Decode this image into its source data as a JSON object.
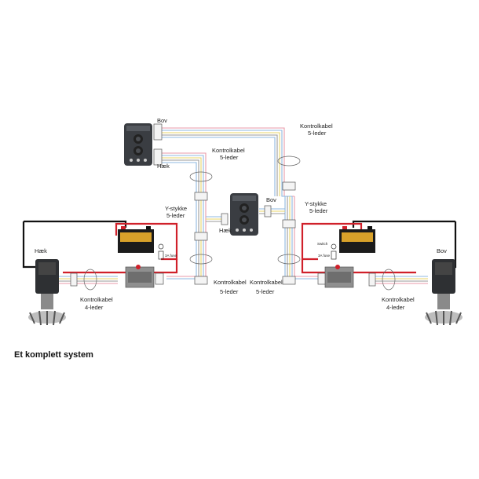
{
  "caption": "Et komplett system",
  "labels": {
    "bov_top": "Bov",
    "haek_top": "Hæk",
    "kontrolkabel_5_left_1": "Kontrolkabel",
    "kontrolkabel_5_left_2": "5-leder",
    "kontrolkabel_5_right_1": "Kontrolkabel",
    "kontrolkabel_5_right_2": "5-leder",
    "y_stykke_left_1": "Y-stykke",
    "y_stykke_left_2": "5-leder",
    "y_stykke_right_1": "Y-stykke",
    "y_stykke_right_2": "5-leder",
    "bov_mid": "Bov",
    "haek_mid": "Hæk",
    "haek_left": "Hæk",
    "bov_right": "Bov",
    "kontrolkabel_5_mid_left_1": "Kontrolkabel",
    "kontrolkabel_5_mid_left_2": "5-leder",
    "kontrolkabel_5_mid_right_1": "Kontrolkabel",
    "kontrolkabel_5_mid_right_2": "5-leder",
    "kontrolkabel_4_left_1": "Kontrolkabel",
    "kontrolkabel_4_left_2": "4-leder",
    "kontrolkabel_4_right_1": "Kontrolkabel",
    "kontrolkabel_4_right_2": "4-leder",
    "fuse_left": "3A fuse",
    "fuse_right": "3A fuse",
    "switch_right": "Switch"
  },
  "colors": {
    "power_red": "#d0202a",
    "ground_black": "#111111",
    "cable_blue": "#8fb8e0",
    "cable_yellow": "#e8d46a",
    "cable_pink": "#e89aa8",
    "cable_grey": "#9a9a9a",
    "panel": "#3a3d42"
  },
  "icons": {
    "panel": "joystick-panel-icon",
    "battery": "battery-icon",
    "thruster": "thruster-motor-icon",
    "relay": "relay-box-icon",
    "connector": "cable-connector-icon"
  }
}
